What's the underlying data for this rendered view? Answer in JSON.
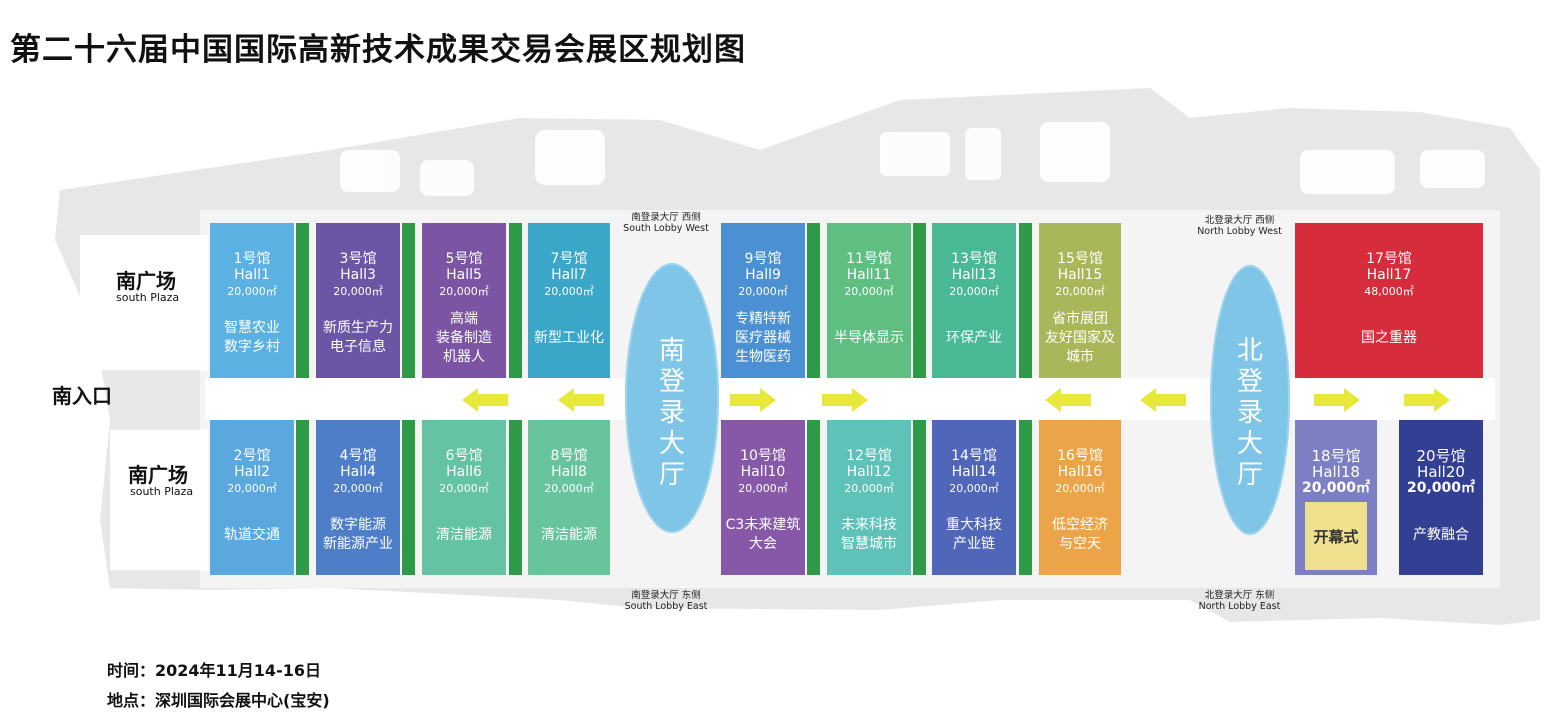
{
  "title": "第二十六届中国国际高新技术成果交易会展区规划图",
  "colors": {
    "connector": "#2e9a48",
    "lobby": "#7fc5e7",
    "arrow": "#e8e83a",
    "background_shapes": "#e3e3e3"
  },
  "plazas": {
    "north": {
      "cn": "南广场",
      "en": "south Plaza"
    },
    "south": {
      "cn": "南广场",
      "en": "south Plaza"
    }
  },
  "entrance": "南入口",
  "south_lobby": {
    "text": "南登录大厅",
    "west_cn": "南登录大厅 西侧",
    "west_en": "South Lobby West",
    "east_cn": "南登录大厅 东侧",
    "east_en": "South Lobby East"
  },
  "north_lobby": {
    "text": "北登录大厅",
    "west_cn": "北登录大厅 西侧",
    "west_en": "North Lobby West",
    "east_cn": "北登录大厅 东侧",
    "east_en": "North Lobby East"
  },
  "halls": [
    {
      "num": "1号馆",
      "en": "Hall1",
      "area": "20,000㎡",
      "theme": "智慧农业\n数字乡村",
      "color": "#5bb1e2"
    },
    {
      "num": "3号馆",
      "en": "Hall3",
      "area": "20,000㎡",
      "theme": "新质生产力\n电子信息",
      "color": "#6b56a6"
    },
    {
      "num": "5号馆",
      "en": "Hall5",
      "area": "20,000㎡",
      "theme": "高端\n装备制造\n机器人",
      "color": "#7b55a4"
    },
    {
      "num": "7号馆",
      "en": "Hall7",
      "area": "20,000㎡",
      "theme": "新型工业化",
      "color": "#3aa6c8"
    },
    {
      "num": "9号馆",
      "en": "Hall9",
      "area": "20,000㎡",
      "theme": "专精特新\n医疗器械\n生物医药",
      "color": "#4a90d3"
    },
    {
      "num": "11号馆",
      "en": "Hall11",
      "area": "20,000㎡",
      "theme": "半导体显示",
      "color": "#5fbf82"
    },
    {
      "num": "13号馆",
      "en": "Hall13",
      "area": "20,000㎡",
      "theme": "环保产业",
      "color": "#49b894"
    },
    {
      "num": "15号馆",
      "en": "Hall15",
      "area": "20,000㎡",
      "theme": "省市展团\n友好国家及\n城市",
      "color": "#aab65a"
    },
    {
      "num": "17号馆",
      "en": "Hall17",
      "area": "48,000㎡",
      "theme": "国之重器",
      "color": "#d72c3c"
    },
    {
      "num": "2号馆",
      "en": "Hall2",
      "area": "20,000㎡",
      "theme": "轨道交通",
      "color": "#5aa8dd"
    },
    {
      "num": "4号馆",
      "en": "Hall4",
      "area": "20,000㎡",
      "theme": "数字能源\n新能源产业",
      "color": "#4f7ec8"
    },
    {
      "num": "6号馆",
      "en": "Hall6",
      "area": "20,000㎡",
      "theme": "清洁能源",
      "color": "#64c3a2"
    },
    {
      "num": "8号馆",
      "en": "Hall8",
      "area": "20,000㎡",
      "theme": "清洁能源",
      "color": "#68c49c"
    },
    {
      "num": "10号馆",
      "en": "Hall10",
      "area": "20,000㎡",
      "theme": "C3未来建筑\n大会",
      "color": "#8858a8"
    },
    {
      "num": "12号馆",
      "en": "Hall12",
      "area": "20,000㎡",
      "theme": "未来科技\n智慧城市",
      "color": "#5ec2b8"
    },
    {
      "num": "14号馆",
      "en": "Hall14",
      "area": "20,000㎡",
      "theme": "重大科技\n产业链",
      "color": "#5066b8"
    },
    {
      "num": "16号馆",
      "en": "Hall16",
      "area": "20,000㎡",
      "theme": "低空经济\n与空天",
      "color": "#eba548"
    },
    {
      "num": "18号馆",
      "en": "Hall18",
      "area": "20,000㎡",
      "theme": "",
      "stage": "开幕式",
      "color": "#7d7fc3"
    },
    {
      "num": "20号馆",
      "en": "Hall20",
      "area": "20,000㎡",
      "theme": "产教融合",
      "color": "#323f93"
    }
  ],
  "info": {
    "time": "时间：2024年11月14-16日",
    "place": "地点：深圳国际会展中心(宝安)"
  }
}
